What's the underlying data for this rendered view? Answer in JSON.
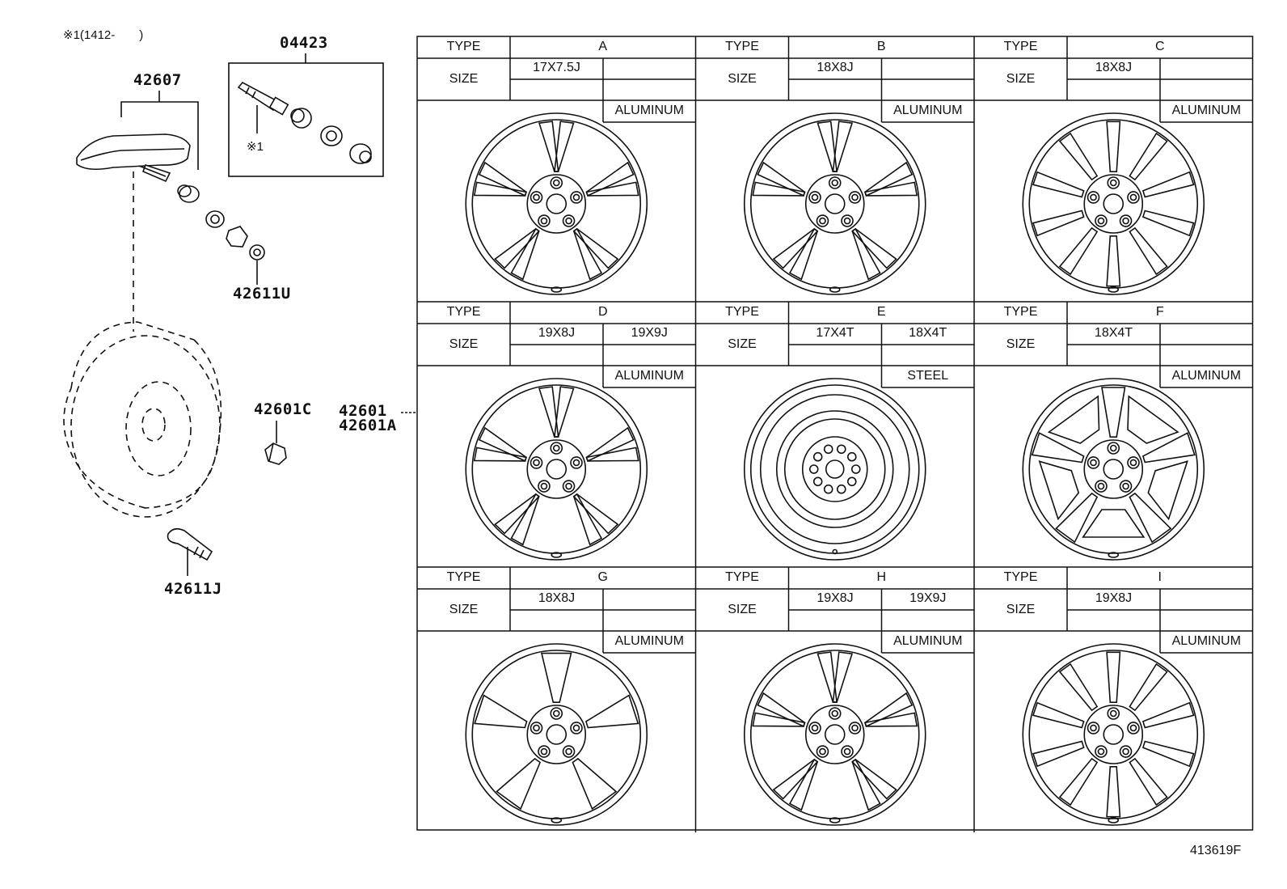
{
  "note": "※1(1412-　　)",
  "footer_code": "413619F",
  "parts": {
    "sensor": "42607",
    "valve_kit": "04423",
    "valve_kit_note": "※1",
    "cap": "42611U",
    "nut": "42601C",
    "wheel_main": "42601",
    "wheel_alt": "42601A",
    "valve": "42611J"
  },
  "table": {
    "type_label": "TYPE",
    "size_label": "SIZE",
    "cells": [
      {
        "type": "A",
        "sizes": [
          "17X7.5J",
          ""
        ],
        "material": "ALUMINUM",
        "style": "twin5"
      },
      {
        "type": "B",
        "sizes": [
          "18X8J",
          ""
        ],
        "material": "ALUMINUM",
        "style": "split5"
      },
      {
        "type": "C",
        "sizes": [
          "18X8J",
          ""
        ],
        "material": "ALUMINUM",
        "style": "mesh10"
      },
      {
        "type": "D",
        "sizes": [
          "19X8J",
          "19X9J"
        ],
        "material": "ALUMINUM",
        "style": "twin5"
      },
      {
        "type": "E",
        "sizes": [
          "17X4T",
          "18X4T"
        ],
        "material": "STEEL",
        "style": "steel"
      },
      {
        "type": "F",
        "sizes": [
          "18X4T",
          ""
        ],
        "material": "ALUMINUM",
        "style": "five"
      },
      {
        "type": "G",
        "sizes": [
          "18X8J",
          ""
        ],
        "material": "ALUMINUM",
        "style": "wide5"
      },
      {
        "type": "H",
        "sizes": [
          "19X8J",
          "19X9J"
        ],
        "material": "ALUMINUM",
        "style": "split5"
      },
      {
        "type": "I",
        "sizes": [
          "19X8J",
          ""
        ],
        "material": "ALUMINUM",
        "style": "mesh10"
      }
    ]
  }
}
